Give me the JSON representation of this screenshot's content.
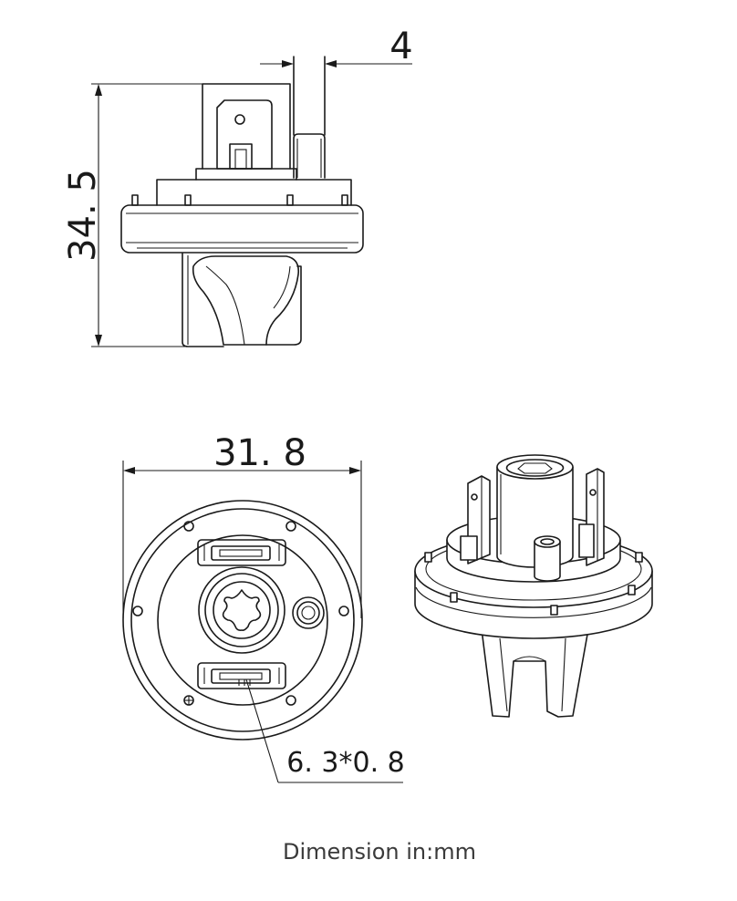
{
  "dimensions": {
    "tube_width": "4",
    "overall_height": "34. 5",
    "flange_diameter": "31. 8",
    "terminal_size": "6. 3*0. 8"
  },
  "caption": "Dimension in:mm"
}
